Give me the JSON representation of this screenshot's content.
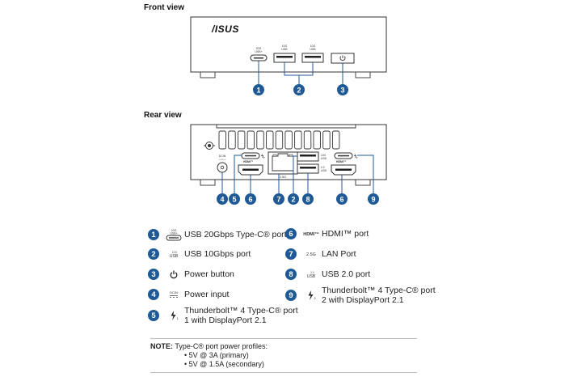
{
  "front": {
    "heading": "Front view",
    "brand": "/ISUS",
    "port_labels": {
      "usbc": [
        "20G",
        "USB+"
      ],
      "usba1": [
        "10G",
        "USB"
      ],
      "usba2": [
        "10G",
        "USB"
      ]
    },
    "callouts": [
      "1",
      "2",
      "3"
    ]
  },
  "rear": {
    "heading": "Rear view",
    "dcin_label": [
      "DCIN",
      "—=—"
    ],
    "hdmi_label": "HDMI™",
    "lan_label": "2.5G",
    "usb10_label": [
      "10G",
      "USB"
    ],
    "usb2_label": [
      "2.0",
      "USB"
    ],
    "callouts": [
      "4",
      "5",
      "6",
      "7",
      "2",
      "8",
      "6",
      "9"
    ]
  },
  "legend": [
    {
      "num": "1",
      "icon": "usb-c-20g-icon",
      "icon_text": "20G USB+",
      "text": "USB 20Gbps Type-C® port"
    },
    {
      "num": "2",
      "icon": "usb-10g-icon",
      "icon_text": "10G USB",
      "text": "USB 10Gbps port"
    },
    {
      "num": "3",
      "icon": "power-icon",
      "icon_text": "⏻",
      "text": "Power button"
    },
    {
      "num": "4",
      "icon": "dcin-icon",
      "icon_text": "DCIN",
      "text": "Power input"
    },
    {
      "num": "5",
      "icon": "thunderbolt-1-icon",
      "icon_text": "ϟ1",
      "text": "Thunderbolt™ 4 Type-C® port",
      "text2": "1 with DisplayPort 2.1"
    },
    {
      "num": "6",
      "icon": "hdmi-icon",
      "icon_text": "HDMI™",
      "text": "HDMI™ port"
    },
    {
      "num": "7",
      "icon": "lan-2-5g-icon",
      "icon_text": "2.5G",
      "text": "LAN Port"
    },
    {
      "num": "8",
      "icon": "usb-2-icon",
      "icon_text": "2.0 USB",
      "text": "USB 2.0 port"
    },
    {
      "num": "9",
      "icon": "thunderbolt-2-icon",
      "icon_text": "ϟ2",
      "text": "Thunderbolt™ 4 Type-C® port",
      "text2": "2 with DisplayPort 2.1"
    }
  ],
  "note": {
    "label": "NOTE:",
    "text": " Type-C® port power profiles:",
    "bullets": [
      "• 5V @ 3A (primary)",
      "• 5V @ 1.5A (secondary)"
    ]
  },
  "colors": {
    "callout": "#1f5a96",
    "outline": "#333333"
  }
}
